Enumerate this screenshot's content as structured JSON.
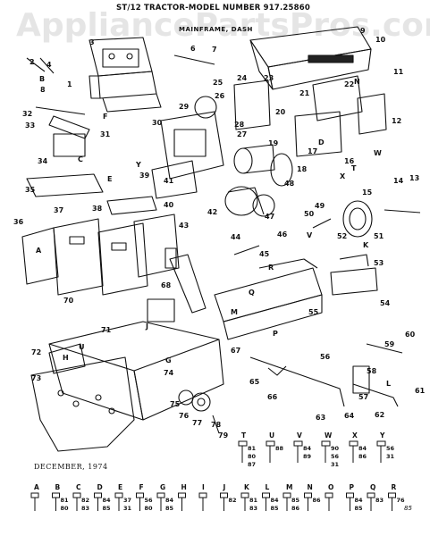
{
  "header": {
    "title": "ST/12 TRACTOR-MODEL NUMBER 917.25860",
    "subtitle": "MAINFRAME, DASH"
  },
  "watermark": "AppliancePartsPros.com",
  "footer": {
    "date": "DECEMBER, 1974",
    "page_number": "85"
  },
  "part_callouts": [
    {
      "label": "1"
    },
    {
      "label": "2"
    },
    {
      "label": "3"
    },
    {
      "label": "4"
    },
    {
      "label": "6"
    },
    {
      "label": "7"
    },
    {
      "label": "8"
    },
    {
      "label": "9"
    },
    {
      "label": "10"
    },
    {
      "label": "11"
    },
    {
      "label": "12"
    },
    {
      "label": "13"
    },
    {
      "label": "14"
    },
    {
      "label": "15"
    },
    {
      "label": "16"
    },
    {
      "label": "17"
    },
    {
      "label": "18"
    },
    {
      "label": "19"
    },
    {
      "label": "20"
    },
    {
      "label": "21"
    },
    {
      "label": "22"
    },
    {
      "label": "23"
    },
    {
      "label": "24"
    },
    {
      "label": "25"
    },
    {
      "label": "26"
    },
    {
      "label": "27"
    },
    {
      "label": "28"
    },
    {
      "label": "29"
    },
    {
      "label": "30"
    },
    {
      "label": "31"
    },
    {
      "label": "32"
    },
    {
      "label": "33"
    },
    {
      "label": "34"
    },
    {
      "label": "35"
    },
    {
      "label": "36"
    },
    {
      "label": "37"
    },
    {
      "label": "38"
    },
    {
      "label": "39"
    },
    {
      "label": "40"
    },
    {
      "label": "41"
    },
    {
      "label": "42"
    },
    {
      "label": "43"
    },
    {
      "label": "44"
    },
    {
      "label": "45"
    },
    {
      "label": "46"
    },
    {
      "label": "47"
    },
    {
      "label": "48"
    },
    {
      "label": "49"
    },
    {
      "label": "50"
    },
    {
      "label": "51"
    },
    {
      "label": "52"
    },
    {
      "label": "53"
    },
    {
      "label": "54"
    },
    {
      "label": "55"
    },
    {
      "label": "56"
    },
    {
      "label": "57"
    },
    {
      "label": "58"
    },
    {
      "label": "59"
    },
    {
      "label": "60"
    },
    {
      "label": "61"
    },
    {
      "label": "62"
    },
    {
      "label": "63"
    },
    {
      "label": "64"
    },
    {
      "label": "65"
    },
    {
      "label": "66"
    },
    {
      "label": "67"
    },
    {
      "label": "68"
    },
    {
      "label": "70"
    },
    {
      "label": "71"
    },
    {
      "label": "72"
    },
    {
      "label": "73"
    },
    {
      "label": "74"
    },
    {
      "label": "75"
    },
    {
      "label": "76"
    },
    {
      "label": "77"
    },
    {
      "label": "78"
    },
    {
      "label": "79"
    }
  ],
  "letter_callouts": [
    {
      "label": "A"
    },
    {
      "label": "B"
    },
    {
      "label": "C"
    },
    {
      "label": "D"
    },
    {
      "label": "E"
    },
    {
      "label": "F"
    },
    {
      "label": "G"
    },
    {
      "label": "H"
    },
    {
      "label": "J"
    },
    {
      "label": "K"
    },
    {
      "label": "L"
    },
    {
      "label": "M"
    },
    {
      "label": "N"
    },
    {
      "label": "P"
    },
    {
      "label": "Q"
    },
    {
      "label": "R"
    },
    {
      "label": "T"
    },
    {
      "label": "U"
    },
    {
      "label": "V"
    },
    {
      "label": "W"
    },
    {
      "label": "X"
    },
    {
      "label": "Y"
    }
  ],
  "hardware_key": [
    {
      "letter": "A",
      "parts": []
    },
    {
      "letter": "B",
      "parts": [
        "81",
        "80"
      ]
    },
    {
      "letter": "C",
      "parts": [
        "82",
        "83"
      ]
    },
    {
      "letter": "D",
      "parts": [
        "84",
        "85"
      ]
    },
    {
      "letter": "E",
      "parts": [
        "37",
        "31"
      ]
    },
    {
      "letter": "F",
      "parts": [
        "56",
        "80"
      ]
    },
    {
      "letter": "G",
      "parts": [
        "84",
        "85"
      ]
    },
    {
      "letter": "H",
      "parts": []
    },
    {
      "letter": "I",
      "parts": []
    },
    {
      "letter": "J",
      "parts": [
        "82"
      ]
    },
    {
      "letter": "K",
      "parts": [
        "81",
        "83"
      ]
    },
    {
      "letter": "L",
      "parts": [
        "84",
        "85"
      ]
    },
    {
      "letter": "M",
      "parts": [
        "85",
        "86"
      ]
    },
    {
      "letter": "N",
      "parts": [
        "86"
      ]
    },
    {
      "letter": "O",
      "parts": []
    },
    {
      "letter": "P",
      "parts": [
        "84",
        "85"
      ]
    },
    {
      "letter": "Q",
      "parts": [
        "83"
      ]
    },
    {
      "letter": "R",
      "parts": [
        "76"
      ]
    }
  ],
  "hardware_key_upper": [
    {
      "letter": "T",
      "parts": [
        "81",
        "80",
        "87"
      ]
    },
    {
      "letter": "U",
      "parts": [
        "88"
      ]
    },
    {
      "letter": "V",
      "parts": [
        "84",
        "89"
      ]
    },
    {
      "letter": "W",
      "parts": [
        "90",
        "56",
        "31"
      ]
    },
    {
      "letter": "X",
      "parts": [
        "84",
        "86"
      ]
    },
    {
      "letter": "Y",
      "parts": [
        "56",
        "31"
      ]
    }
  ]
}
